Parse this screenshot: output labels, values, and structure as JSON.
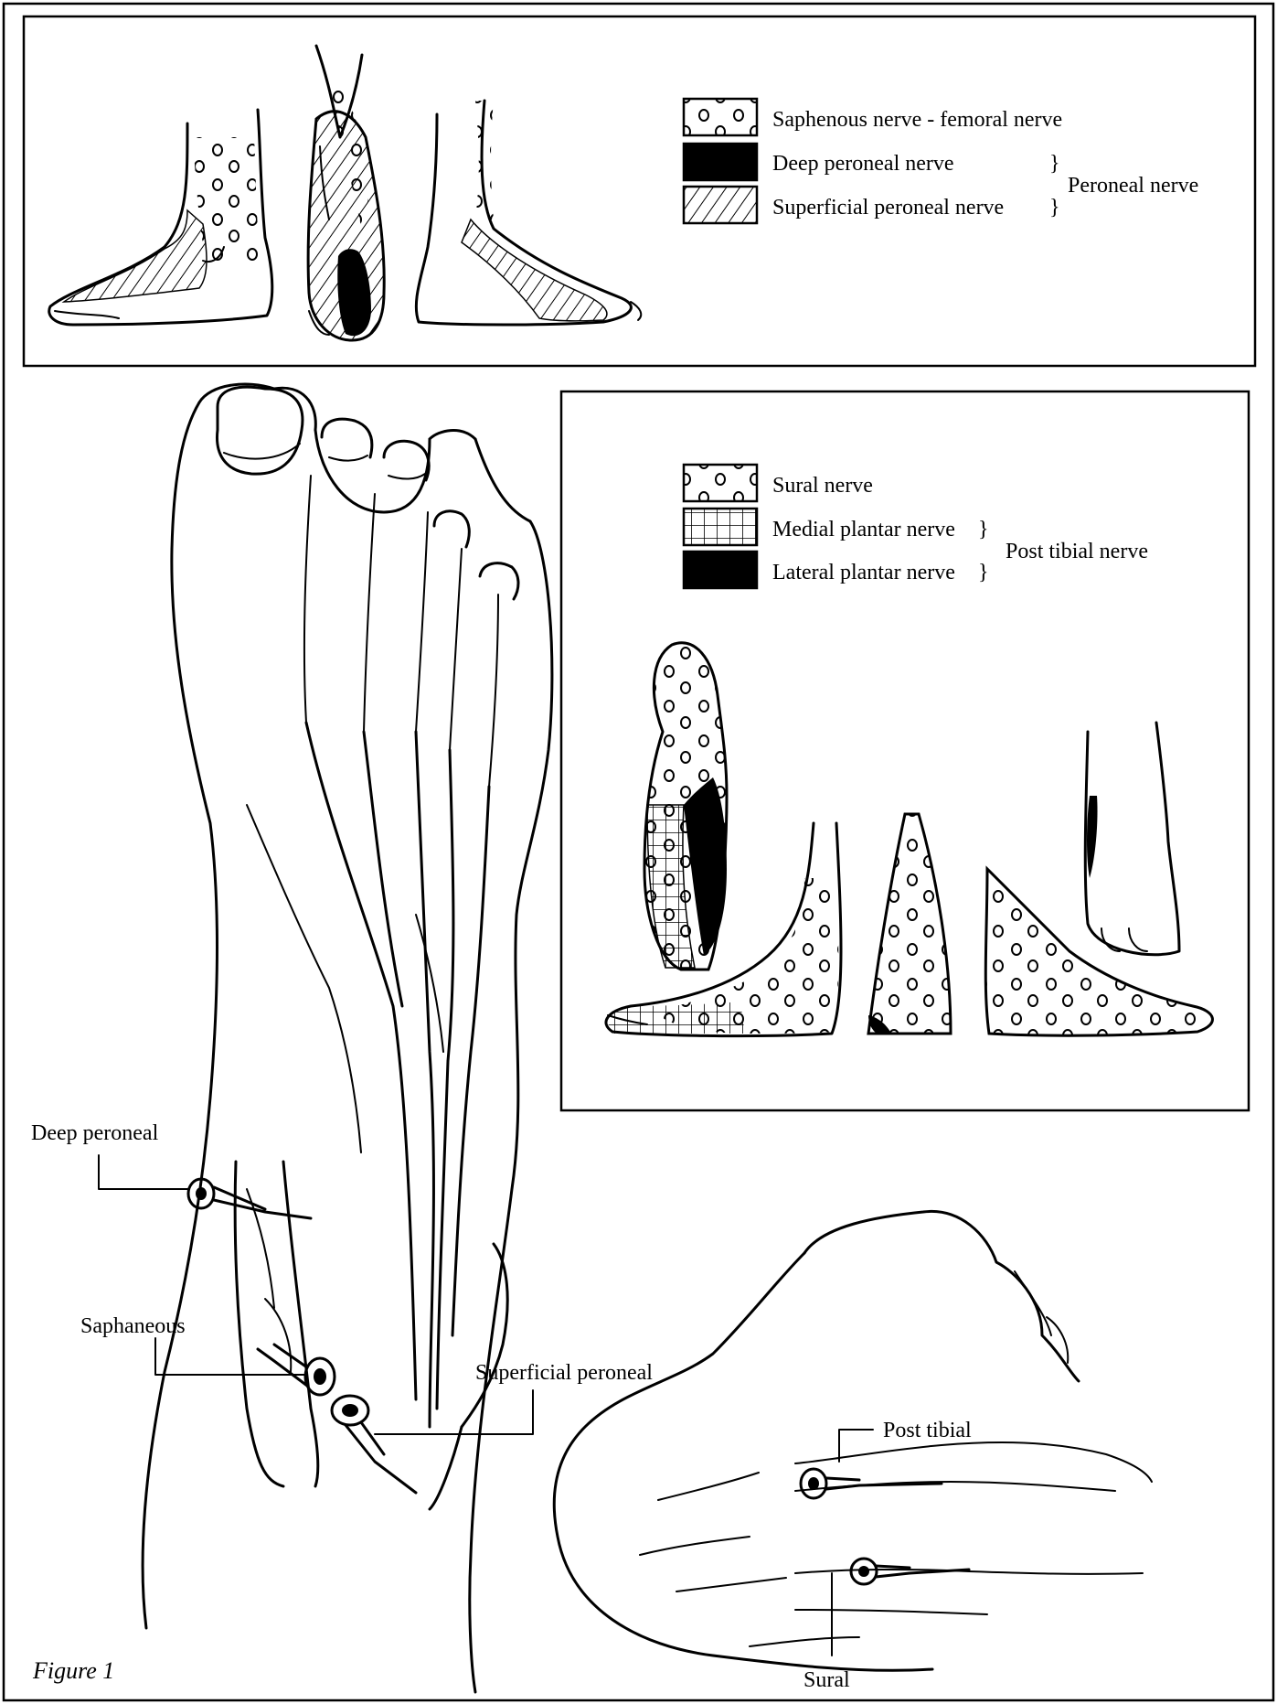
{
  "top_panel": {
    "legend": {
      "saphenous": "Saphenous nerve - femoral nerve",
      "deep_peroneal": "Deep peroneal nerve",
      "superficial_peroneal": "Superficial peroneal nerve",
      "group": "Peroneal nerve"
    }
  },
  "inset_panel": {
    "legend": {
      "sural": "Sural nerve",
      "medial_plantar": "Medial plantar nerve",
      "lateral_plantar": "Lateral plantar nerve",
      "group": "Post tibial nerve"
    }
  },
  "callouts": {
    "deep_peroneal": "Deep peroneal",
    "saphaneous": "Saphaneous",
    "superficial_peroneal": "Superficial peroneal",
    "post_tibial": "Post tibial",
    "sural": "Sural"
  },
  "caption": "Figure 1",
  "colors": {
    "ink": "#000000",
    "paper": "#ffffff"
  }
}
